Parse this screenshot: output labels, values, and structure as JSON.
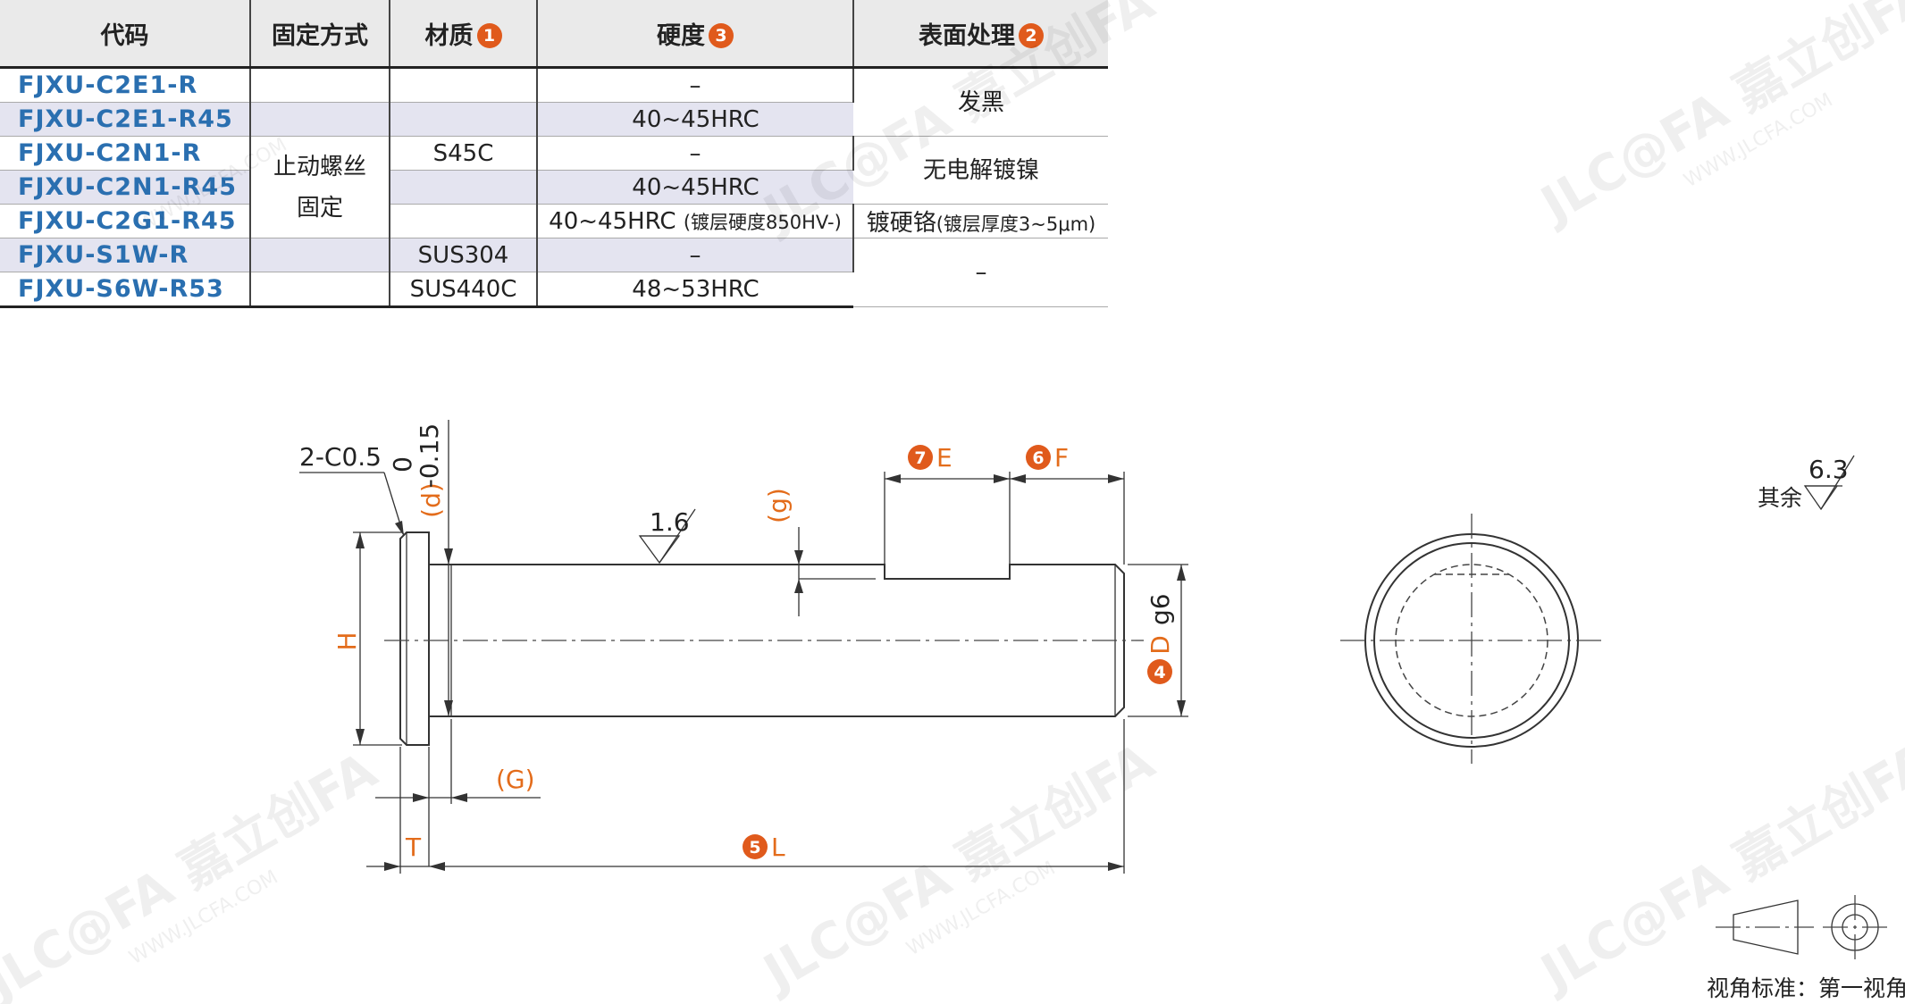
{
  "table": {
    "headers": {
      "code": "代码",
      "fixing": "固定方式",
      "material": "材质",
      "material_badge": "1",
      "hardness": "硬度",
      "hardness_badge": "3",
      "surface": "表面处理",
      "surface_badge": "2"
    },
    "codes": [
      "FJXU-C2E1-R",
      "FJXU-C2E1-R45",
      "FJXU-C2N1-R",
      "FJXU-C2N1-R45",
      "FJXU-C2G1-R45",
      "FJXU-S1W-R",
      "FJXU-S6W-R53"
    ],
    "fixing_line1": "止动螺丝",
    "fixing_line2": "固定",
    "materials": {
      "s45c": "S45C",
      "sus304": "SUS304",
      "sus440c": "SUS440C"
    },
    "hardness": [
      "–",
      "40~45HRC",
      "–",
      "40~45HRC",
      "40~45HRC",
      "(镀层硬度850HV-)",
      "–",
      "48~53HRC"
    ],
    "surface": {
      "black": "发黑",
      "nickel": "无电解镀镍",
      "chrome_main": "镀硬铬",
      "chrome_note": "(镀层厚度3~5μm)",
      "none": "–"
    }
  },
  "drawing": {
    "chamfer": "2-C0.5",
    "tol_upper": "0",
    "tol_lower": "-0.15",
    "d_label": "(d)",
    "roughness_main": "1.6",
    "g_small": "(g)",
    "e_badge": "7",
    "e_label": "E",
    "f_badge": "6",
    "f_label": "F",
    "h_label": "H",
    "D_badge": "4",
    "D_label": "D",
    "D_sub": "g6",
    "G_label": "(G)",
    "t_label": "T",
    "l_badge": "5",
    "l_label": "L",
    "other_label": "其余",
    "other_roughness": "6.3",
    "projection": "视角标准：第一视角",
    "watermark_brand": "JLC@FA 嘉立创FA",
    "watermark_url": "WWW.JLCFA.COM"
  },
  "colors": {
    "accent": "#e36c1b",
    "code_blue": "#2a6fb0",
    "row_shade": "#e4e4f0"
  }
}
